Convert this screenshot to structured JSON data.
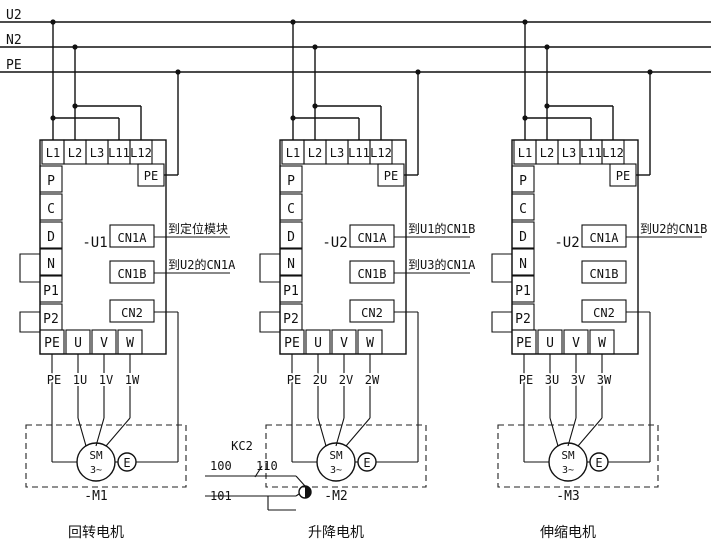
{
  "buses": [
    "U2",
    "N2",
    "PE"
  ],
  "units": [
    {
      "id": "-U1",
      "top_terminals": [
        "L1",
        "L2",
        "L3",
        "L11",
        "L12"
      ],
      "pe_box": "PE",
      "left_terminals": [
        "P",
        "C",
        "D",
        "N",
        "P1",
        "P2"
      ],
      "bottom_terminals": [
        "PE",
        "U",
        "V",
        "W"
      ],
      "connectors": [
        "CN1A",
        "CN1B",
        "CN2"
      ],
      "conn_notes": [
        "到定位模块",
        "到U2的CN1A",
        ""
      ],
      "wires": [
        "PE",
        "1U",
        "1V",
        "1W"
      ],
      "motor": {
        "line1": "SM",
        "line2": "3~",
        "id": "-M1",
        "enc": "E"
      },
      "caption": "回转电机"
    },
    {
      "id": "-U2",
      "top_terminals": [
        "L1",
        "L2",
        "L3",
        "L11",
        "L12"
      ],
      "pe_box": "PE",
      "left_terminals": [
        "P",
        "C",
        "D",
        "N",
        "P1",
        "P2"
      ],
      "bottom_terminals": [
        "PE",
        "U",
        "V",
        "W"
      ],
      "connectors": [
        "CN1A",
        "CN1B",
        "CN2"
      ],
      "conn_notes": [
        "到U1的CN1B",
        "到U3的CN1A",
        ""
      ],
      "wires": [
        "PE",
        "2U",
        "2V",
        "2W"
      ],
      "motor": {
        "line1": "SM",
        "line2": "3~",
        "id": "-M2",
        "enc": "E"
      },
      "caption": "升降电机"
    },
    {
      "id": "-U2",
      "top_terminals": [
        "L1",
        "L2",
        "L3",
        "L11",
        "L12"
      ],
      "pe_box": "PE",
      "left_terminals": [
        "P",
        "C",
        "D",
        "N",
        "P1",
        "P2"
      ],
      "bottom_terminals": [
        "PE",
        "U",
        "V",
        "W"
      ],
      "connectors": [
        "CN1A",
        "CN1B",
        "CN2"
      ],
      "conn_notes": [
        "到U2的CN1B",
        "",
        ""
      ],
      "wires": [
        "PE",
        "3U",
        "3V",
        "3W"
      ],
      "motor": {
        "line1": "SM",
        "line2": "3~",
        "id": "-M3",
        "enc": "E"
      },
      "caption": "伸缩电机"
    }
  ],
  "brake": {
    "label": "KC2",
    "w1": "100",
    "w2": "110",
    "w3": "101"
  }
}
